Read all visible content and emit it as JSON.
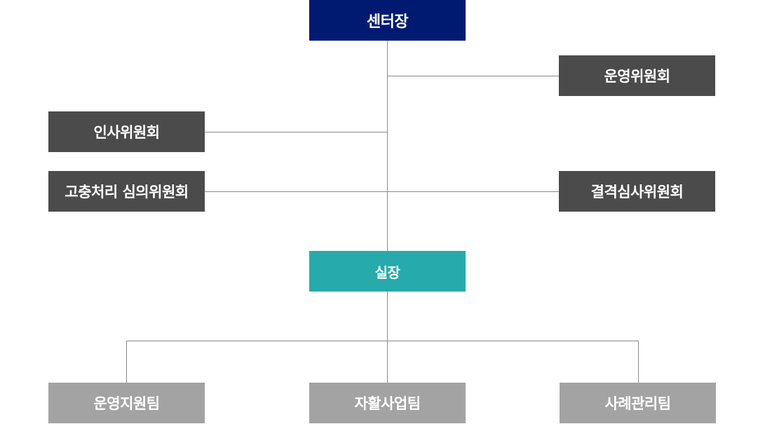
{
  "org_chart": {
    "director": {
      "label": "센터장"
    },
    "committees": {
      "operation": {
        "label": "운영위원회"
      },
      "personnel": {
        "label": "인사위원회"
      },
      "grievance": {
        "label": "고충처리 심의위원회"
      },
      "disqualification": {
        "label": "결격심사위원회"
      }
    },
    "chief": {
      "label": "실장"
    },
    "teams": {
      "operation_support": {
        "label": "운영지원팀"
      },
      "self_sufficiency": {
        "label": "자활사업팀"
      },
      "case_management": {
        "label": "사례관리팀"
      }
    }
  },
  "colors": {
    "director": "#001a72",
    "committee": "#4b4b4b",
    "chief": "#27aaac",
    "team": "#a3a3a3",
    "connector": "#8a8a8a"
  }
}
